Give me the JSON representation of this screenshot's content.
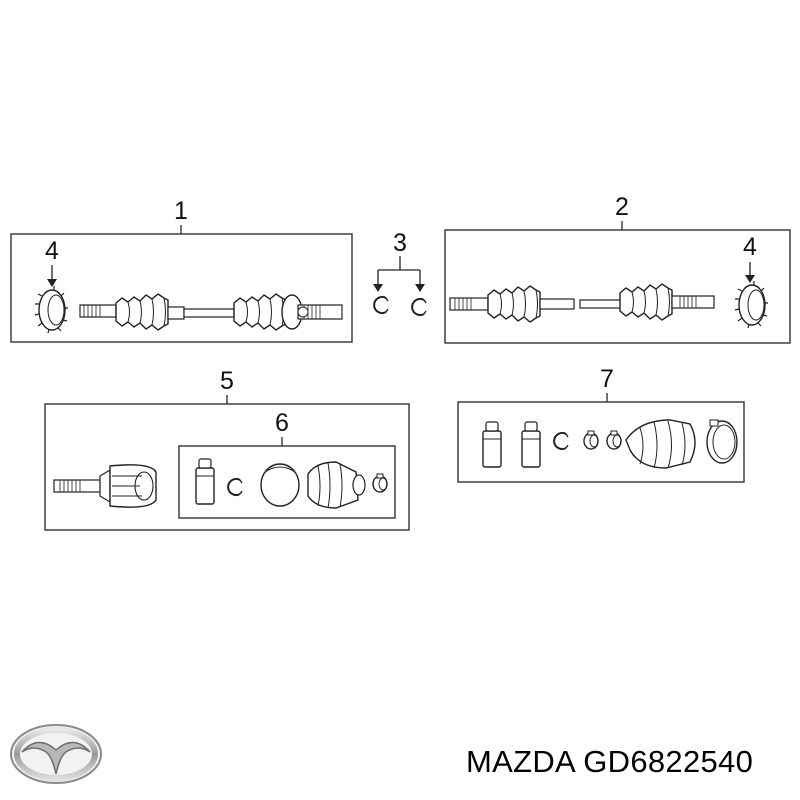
{
  "callouts": {
    "c1": "1",
    "c2": "2",
    "c3": "3",
    "c4_left": "4",
    "c4_right": "4",
    "c5": "5",
    "c6": "6",
    "c7": "7"
  },
  "footer": {
    "brand": "MAZDA",
    "part_number": "GD6822540"
  },
  "icons": {
    "logo": "mazda-logo-icon"
  }
}
